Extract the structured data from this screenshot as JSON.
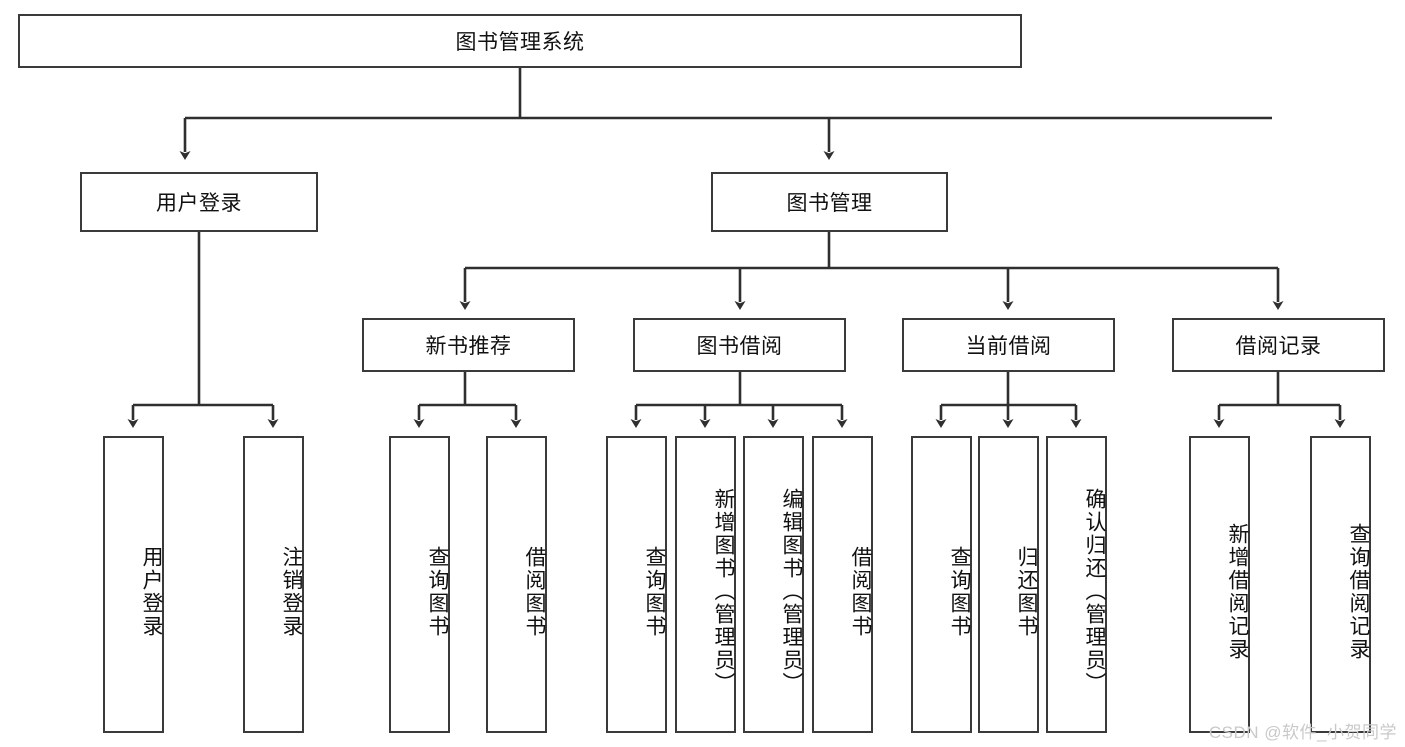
{
  "diagram": {
    "title": "图书管理系统",
    "type": "tree",
    "colors": {
      "box_border": "#3a3a3a",
      "box_fill": "#ffffff",
      "edge": "#2f2f2f",
      "text": "#111111",
      "watermark": "#c9c9c9"
    },
    "nodes": {
      "root": {
        "label": "图书管理系统",
        "orientation": "horizontal"
      },
      "level2": [
        {
          "id": "user-login",
          "label": "用户登录",
          "orientation": "horizontal"
        },
        {
          "id": "book-manage",
          "label": "图书管理",
          "orientation": "horizontal"
        }
      ],
      "level3": [
        {
          "id": "new-book-recommend",
          "label": "新书推荐",
          "orientation": "horizontal"
        },
        {
          "id": "book-borrow",
          "label": "图书借阅",
          "orientation": "horizontal"
        },
        {
          "id": "current-borrow",
          "label": "当前借阅",
          "orientation": "horizontal"
        },
        {
          "id": "borrow-record",
          "label": "借阅记录",
          "orientation": "horizontal"
        }
      ],
      "leaves": {
        "user-login": [
          {
            "id": "leaf-user-login",
            "label": "用户登录",
            "orientation": "vertical"
          },
          {
            "id": "leaf-user-logout",
            "label": "注销登录",
            "orientation": "vertical"
          }
        ],
        "new-book-recommend": [
          {
            "id": "leaf-query-book-1",
            "label": "查询图书",
            "orientation": "vertical"
          },
          {
            "id": "leaf-borrow-book-1",
            "label": "借阅图书",
            "orientation": "vertical"
          }
        ],
        "book-borrow": [
          {
            "id": "leaf-query-book-2",
            "label": "查询图书",
            "orientation": "vertical"
          },
          {
            "id": "leaf-add-book",
            "label": "新增图书（管理员）",
            "orientation": "vertical"
          },
          {
            "id": "leaf-edit-book",
            "label": "编辑图书（管理员）",
            "orientation": "vertical"
          },
          {
            "id": "leaf-borrow-book-2",
            "label": "借阅图书",
            "orientation": "vertical"
          }
        ],
        "current-borrow": [
          {
            "id": "leaf-query-book-3",
            "label": "查询图书",
            "orientation": "vertical"
          },
          {
            "id": "leaf-return-book",
            "label": "归还图书",
            "orientation": "vertical"
          },
          {
            "id": "leaf-confirm-return",
            "label": "确认归还（管理员）",
            "orientation": "vertical"
          }
        ],
        "borrow-record": [
          {
            "id": "leaf-add-record",
            "label": "新增借阅记录",
            "orientation": "vertical"
          },
          {
            "id": "leaf-query-record",
            "label": "查询借阅记录",
            "orientation": "vertical"
          }
        ]
      }
    }
  },
  "watermark": {
    "text": "CSDN @软件_小贺同学"
  }
}
